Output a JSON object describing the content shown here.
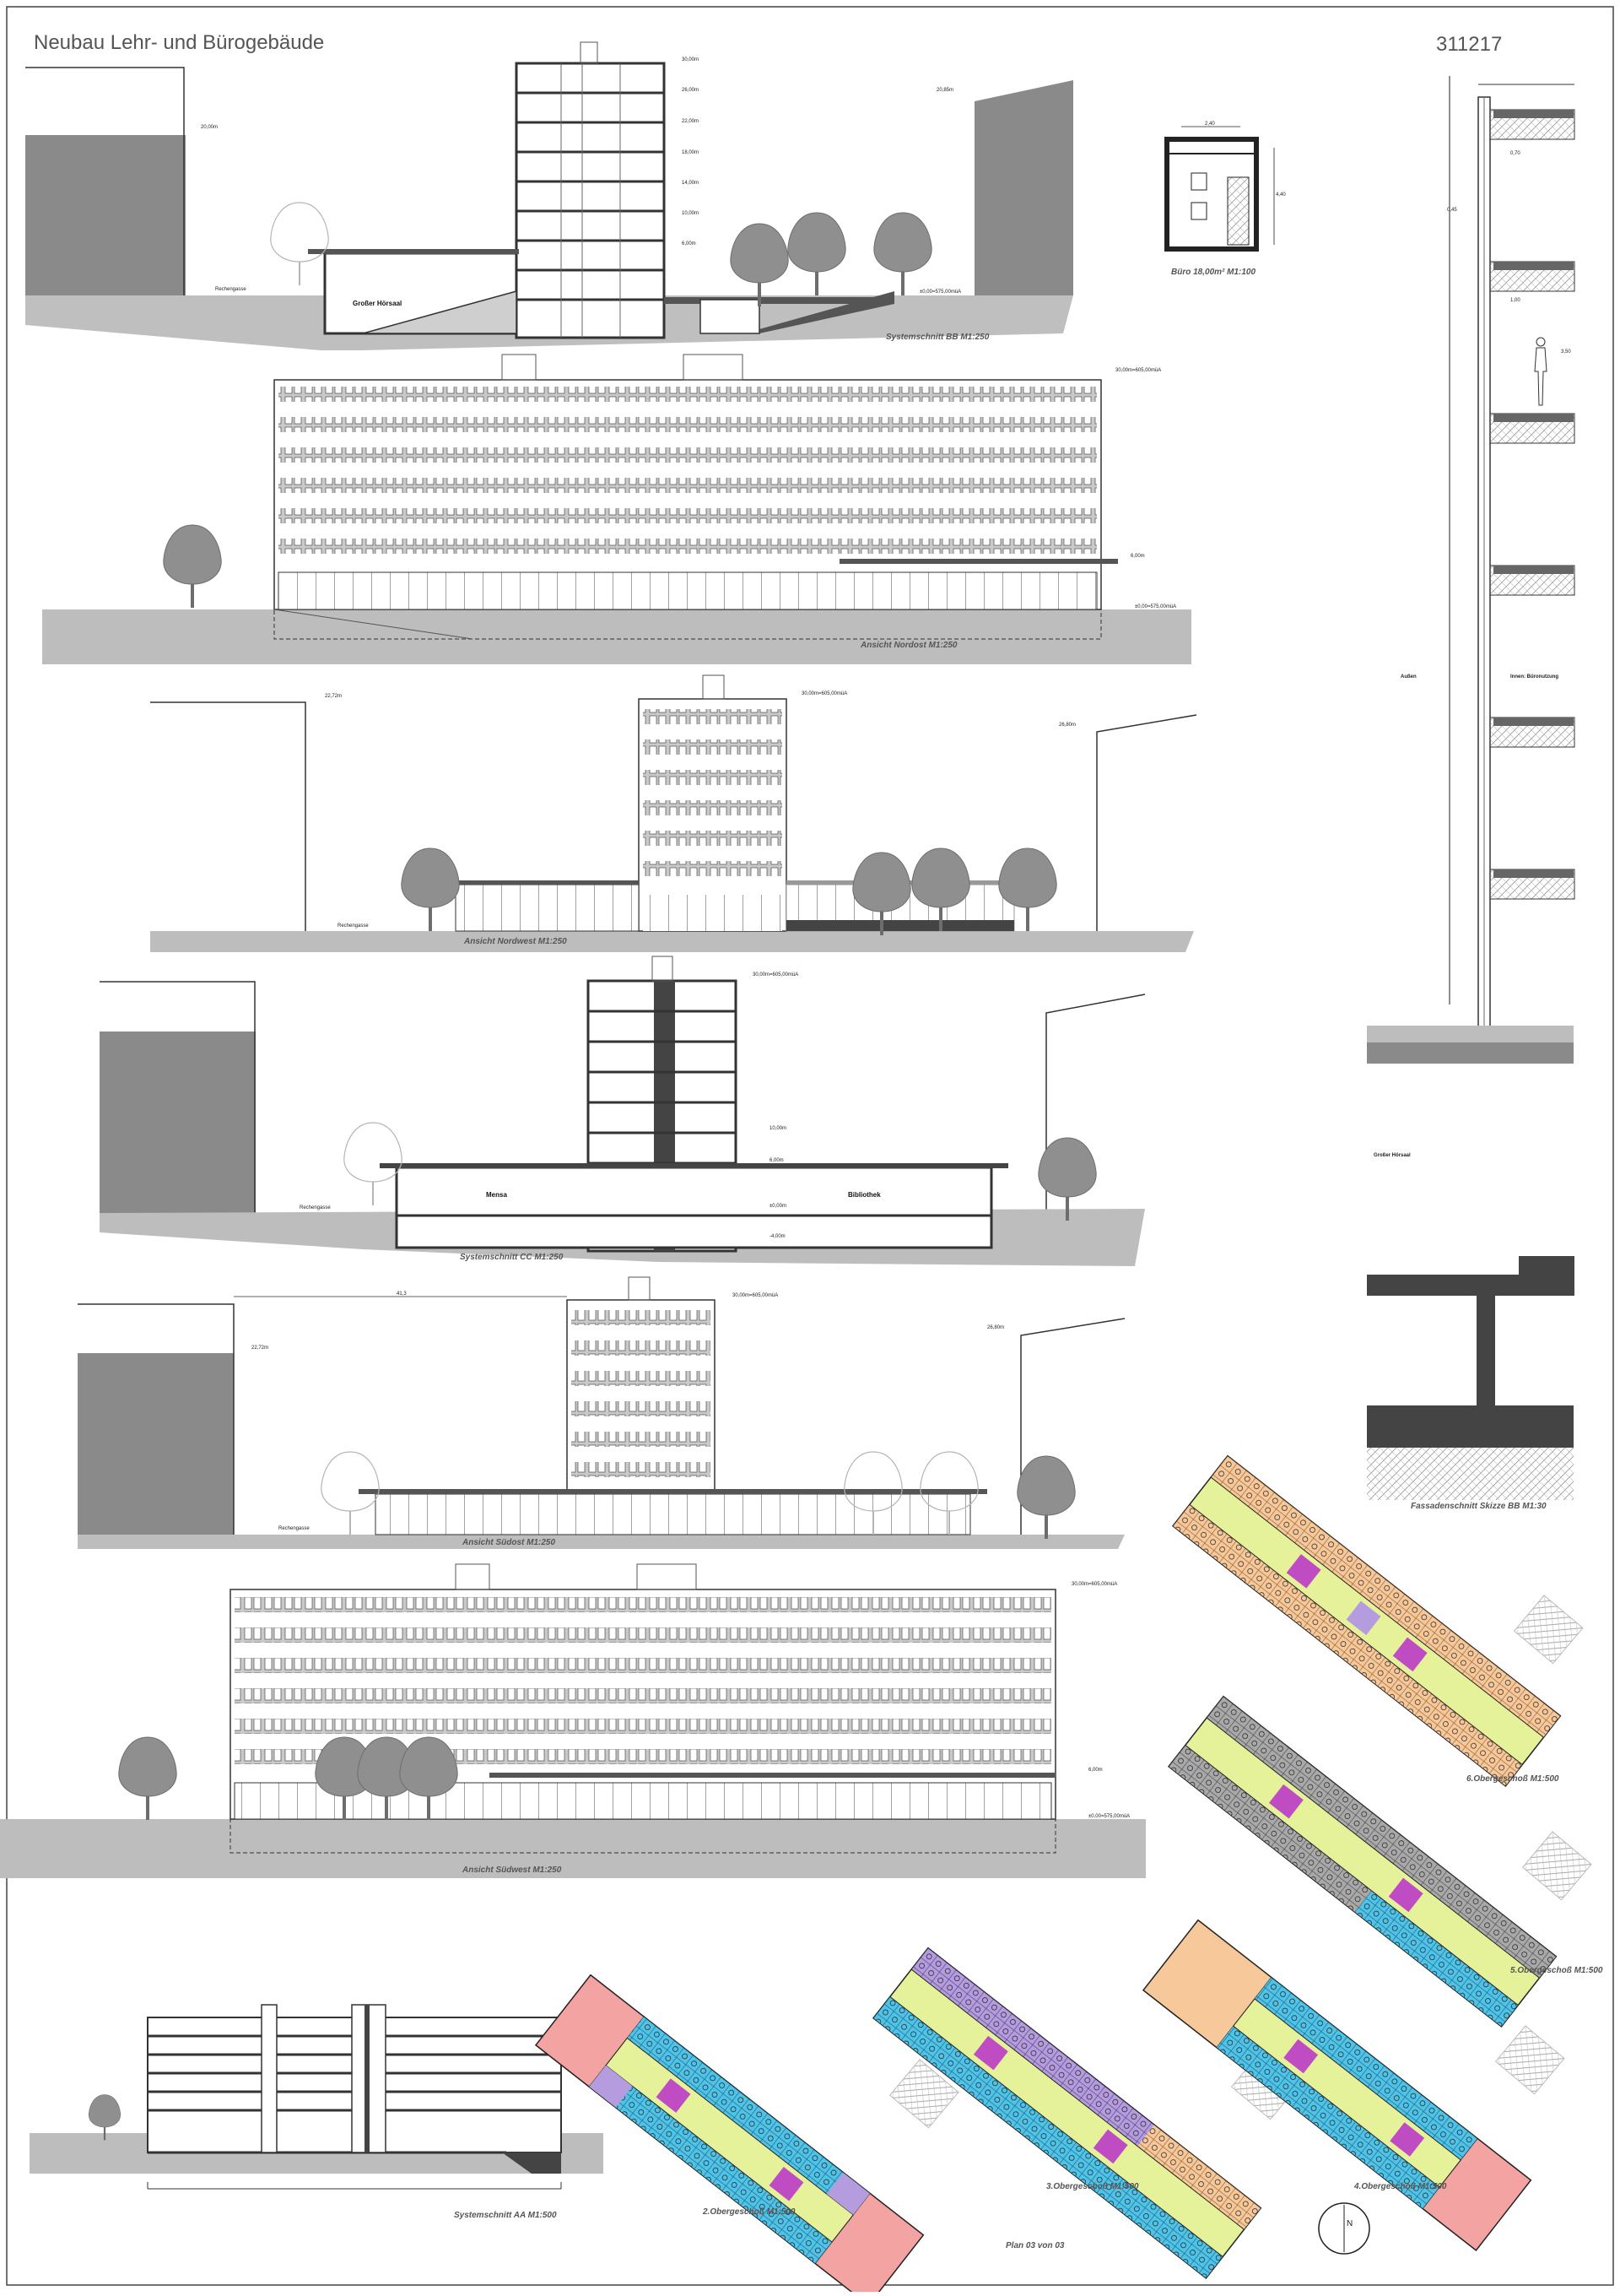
{
  "sheet": {
    "title": "Neubau Lehr- und Bürogebäude",
    "project_number": "311217",
    "plan_label": "Plan 03 von 03"
  },
  "drawings": {
    "section_bb": "Systemschnitt BB M1:250",
    "office": "Büro 18,00m² M1:100",
    "view_ne": "Ansicht Nordost M1:250",
    "view_nw": "Ansicht Nordwest M1:250",
    "section_cc": "Systemschnitt CC M1:250",
    "view_se": "Ansicht Südost M1:250",
    "view_sw": "Ansicht Südwest M1:250",
    "section_aa": "Systemschnitt AA M1:500",
    "facade": "Fassadenschnitt Skizze BB M1:30",
    "floor2": "2.Obergeschoß M1:500",
    "floor3": "3.Obergeschoß M1:500",
    "floor4": "4.Obergeschoß M1:500",
    "floor5": "5.Obergeschoß M1:500",
    "floor6": "6.Obergeschoß M1:500"
  },
  "rooms": {
    "lecture_hall": "Großer Hörsaal",
    "mensa": "Mensa",
    "library": "Bibliothek",
    "outside": "Außen",
    "inside": "Innen: Büronutzung",
    "lecture_hall_facade": "Großer Hörsaal"
  },
  "street": "Rechengasse",
  "north": "N",
  "levels": {
    "top_nw": "30,00m=605,00müA",
    "bb_30": "30,00m",
    "bb_26": "26,00m",
    "bb_22": "22,00m",
    "bb_18": "18,00m",
    "bb_14": "14,00m",
    "bb_10": "10,00m",
    "bb_6": "6,00m",
    "bb_0": "±0,00=575,00müA",
    "left_neighbor": "20,00m",
    "right_neighbor": "20,85m",
    "nw_left": "22,72m",
    "nw_right": "26,80m",
    "se_left": "22,72m",
    "se_right": "26,80m",
    "cc_10": "10,00m",
    "cc_6": "6,00m",
    "cc_0": "±0,00m",
    "cc_m4": "-4,00m",
    "dim_41": "41,3"
  },
  "facade_dims": {
    "d1": "0,70",
    "d2": "0,45",
    "d3": "1,00",
    "d4": "3,50"
  },
  "office_dims": {
    "width": "2,40",
    "depth": "4,40"
  },
  "colors": {
    "ink": "#222222",
    "ground": "#bdbdbd",
    "dark_massing": "#8a8a8a",
    "tree": "#8f8f8f",
    "office_blue": "#4fc3e8",
    "corridor_yellow": "#e6f29a",
    "lecture_pink": "#f4a3a3",
    "seminar_purple": "#b59cde",
    "core_magenta": "#c04cc4",
    "office_peach": "#f6c89a"
  }
}
